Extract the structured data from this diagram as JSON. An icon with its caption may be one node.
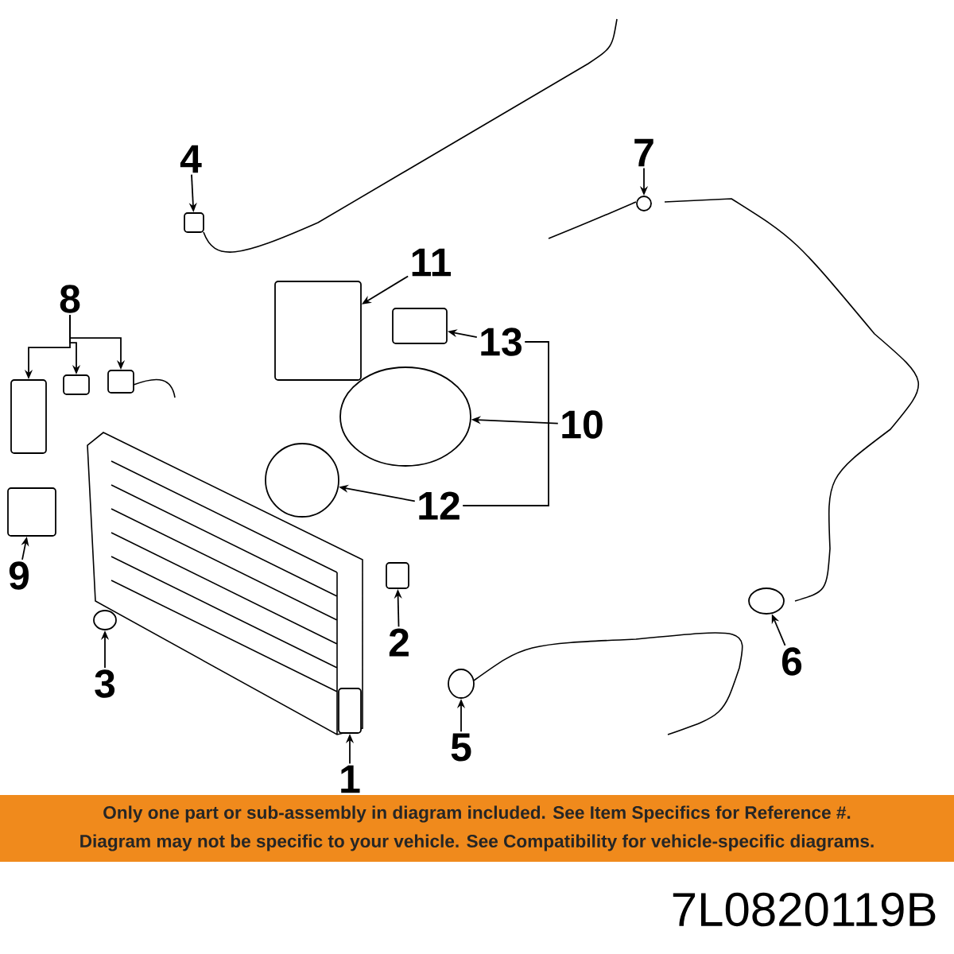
{
  "diagram": {
    "nodes": [
      {
        "text": [
          "4"
        ]
      },
      {
        "text": [],
        "shape": "box"
      },
      {
        "text": [
          "7"
        ]
      },
      {
        "text": [],
        "shape": "circle"
      },
      {
        "text": [
          "8"
        ]
      },
      {
        "text": [],
        "shape": "box"
      },
      {
        "text": [],
        "shape": "box"
      },
      {
        "text": [],
        "shape": "box"
      },
      {
        "text": [
          "11"
        ]
      },
      {
        "text": [],
        "shape": "box"
      },
      {
        "text": [
          "13"
        ]
      },
      {
        "text": [],
        "shape": "box"
      },
      {
        "text": [
          "10"
        ]
      },
      {
        "text": [],
        "shape": "circle"
      },
      {
        "text": [
          "12"
        ]
      },
      {
        "text": [],
        "shape": "circle"
      },
      {
        "text": [
          "9"
        ]
      },
      {
        "text": [],
        "shape": "box"
      },
      {
        "text": [
          "3"
        ]
      },
      {
        "text": [],
        "shape": "circle"
      },
      {
        "text": [
          "1"
        ]
      },
      {
        "text": [],
        "shape": "box"
      },
      {
        "text": [
          "2"
        ]
      },
      {
        "text": [],
        "shape": "box"
      },
      {
        "text": [
          "5"
        ]
      },
      {
        "text": [],
        "shape": "circle"
      },
      {
        "text": [
          "6"
        ]
      },
      {
        "text": [],
        "shape": "circle"
      }
    ],
    "edges": [
      {
        "from": 0,
        "to": 1,
        "arrow": "to"
      },
      {
        "from": 2,
        "to": 3,
        "arrow": "to"
      },
      {
        "from": 4,
        "to": 5,
        "arrow": "to"
      },
      {
        "from": 4,
        "to": 6,
        "arrow": "to"
      },
      {
        "from": 4,
        "to": 7,
        "arrow": "to"
      },
      {
        "from": 8,
        "to": 9,
        "arrow": "to"
      },
      {
        "from": 10,
        "to": 11,
        "arrow": "to"
      },
      {
        "from": 12,
        "to": 13,
        "arrow": "to"
      },
      {
        "from": 14,
        "to": 15,
        "arrow": "to"
      },
      {
        "from": 16,
        "to": 17,
        "arrow": "to"
      },
      {
        "from": 18,
        "to": 19,
        "arrow": "to"
      },
      {
        "from": 20,
        "to": 21,
        "arrow": "to"
      },
      {
        "from": 22,
        "to": 23,
        "arrow": "to"
      },
      {
        "from": 24,
        "to": 25,
        "arrow": "to"
      },
      {
        "from": 26,
        "to": 27,
        "arrow": "to"
      }
    ],
    "labels": [
      "Only one part or sub-assembly in diagram included. See Item Specifics for Reference #.",
      "Diagram may not be specific to your vehicle. See Compatibility for vehicle-specific diagrams.",
      "7L0820119B"
    ]
  }
}
